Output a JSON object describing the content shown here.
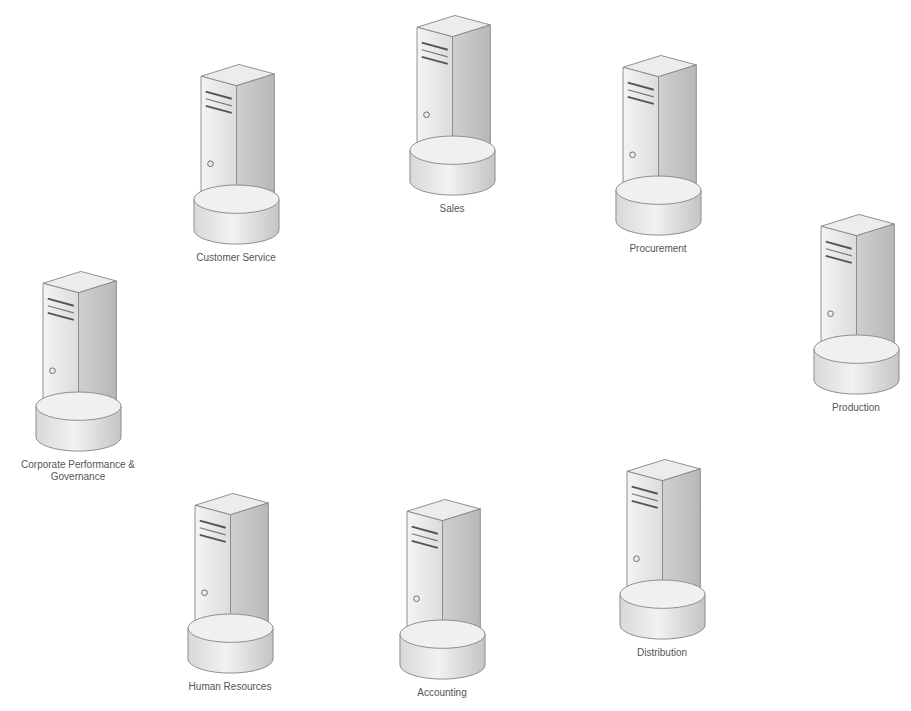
{
  "diagram": {
    "nodes": [
      {
        "text": [
          "Customer Service"
        ]
      },
      {
        "text": [
          "Sales"
        ]
      },
      {
        "text": [
          "Procurement"
        ]
      },
      {
        "text": [
          "Corporate Performance & Governance"
        ]
      },
      {
        "text": [
          "Production"
        ]
      },
      {
        "text": [
          "Human Resources"
        ]
      },
      {
        "text": [
          "Accounting"
        ]
      },
      {
        "text": [
          "Distribution"
        ]
      }
    ]
  }
}
